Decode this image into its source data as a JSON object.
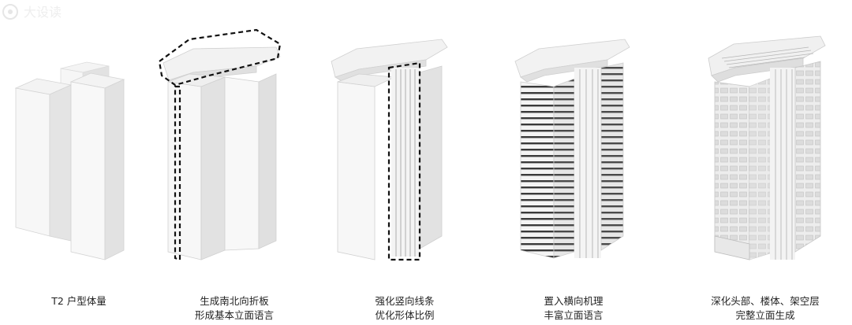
{
  "steps": [
    {
      "line1": "T2 户型体量",
      "line2": ""
    },
    {
      "line1": "生成南北向折板",
      "line2": "形成基本立面语言"
    },
    {
      "line1": "强化竖向线条",
      "line2": "优化形体比例"
    },
    {
      "line1": "置入横向机理",
      "line2": "丰富立面语言"
    },
    {
      "line1": "深化头部、楼体、架空层",
      "line2": "完整立面生成"
    }
  ],
  "watermark": {
    "text": "大设读"
  },
  "colors": {
    "face_front": "#f7f7f7",
    "face_side": "#e3e3e3",
    "edge": "#c9c9c9",
    "dash": "#111111",
    "stripe": "#3a3a3a"
  }
}
